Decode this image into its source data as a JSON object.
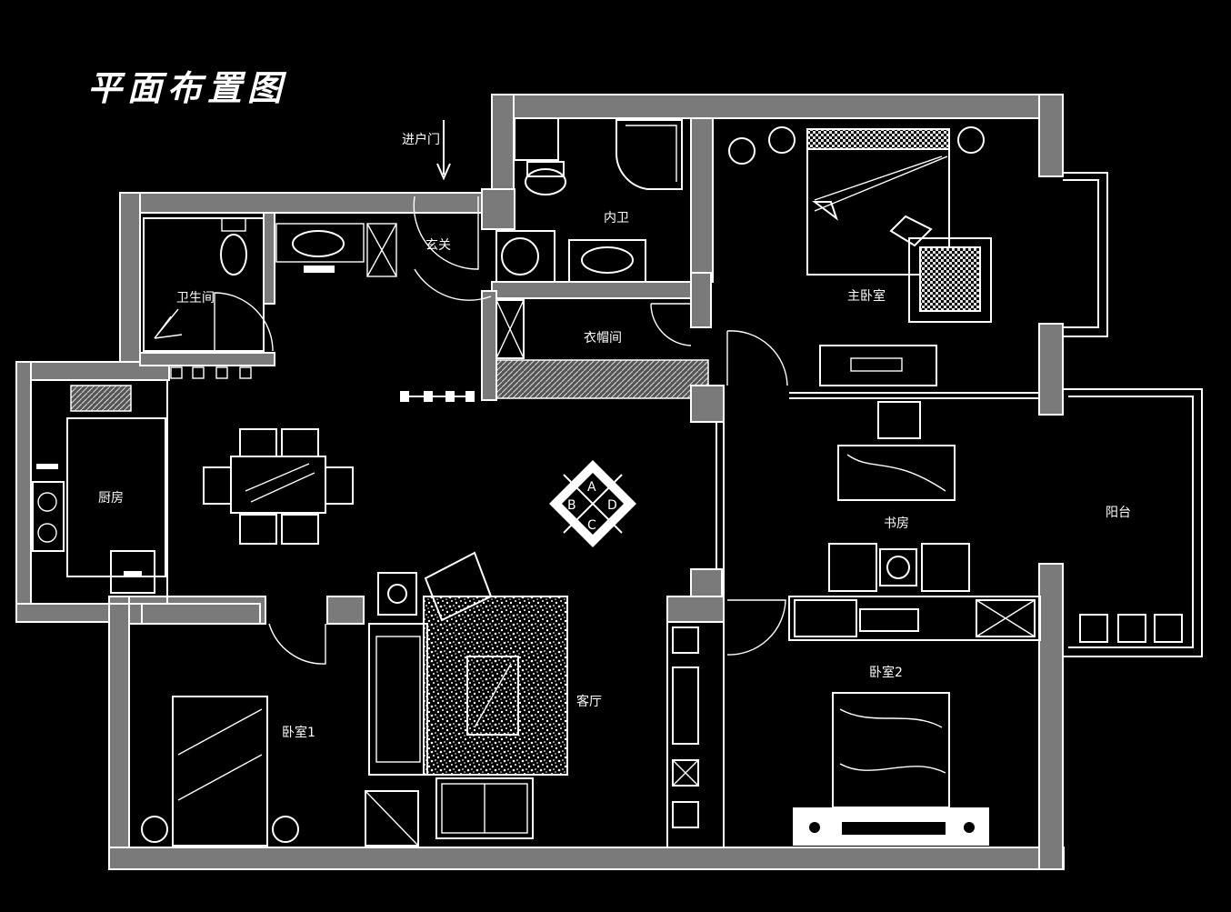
{
  "title": "平面布置图",
  "entrance_label": "进户门",
  "rooms": {
    "master_bedroom": "主卧室",
    "master_bath": "内卫",
    "bathroom": "卫生间",
    "foyer": "玄关",
    "cloakroom": "衣帽间",
    "kitchen": "厨房",
    "living_room": "客厅",
    "study": "书房",
    "balcony": "阳台",
    "guest_bedroom_1": "卧室1",
    "guest_bedroom_2": "卧室2"
  },
  "compass": {
    "top": "A",
    "left": "B",
    "right": "D",
    "bottom": "C"
  },
  "colors": {
    "background": "#000000",
    "lines": "#ffffff",
    "wall_fill": "#7a7a7a"
  }
}
